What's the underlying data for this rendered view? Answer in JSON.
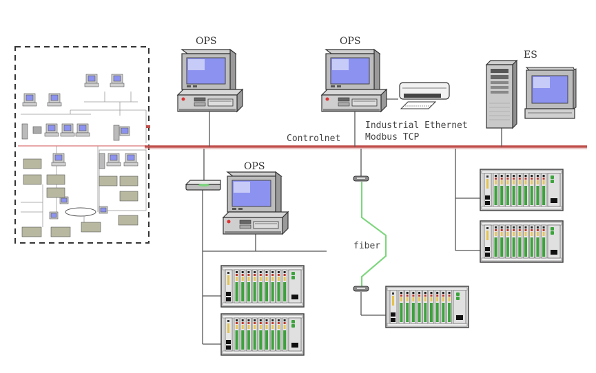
{
  "diagram": {
    "title": "Control system network architecture",
    "labels": {
      "ops_top_left": "OPS",
      "ops_top_center": "OPS",
      "ops_middle": "OPS",
      "es": "ES",
      "controlnet": "Controlnet",
      "industrial_ethernet": "Industrial Ethernet",
      "modbus_tcp": "Modbus TCP",
      "fiber": "fiber"
    },
    "colors": {
      "controlnet_bus": "#c0504d",
      "fiber_link": "#7ed67e",
      "wire": "#555555",
      "screen": "#8c92f0",
      "module_green": "#3ca33c",
      "chassis": "#d6d6d6"
    },
    "nodes": [
      {
        "id": "ops-1",
        "type": "workstation",
        "label": "OPS"
      },
      {
        "id": "ops-2",
        "type": "workstation",
        "label": "OPS"
      },
      {
        "id": "printer",
        "type": "printer",
        "label": ""
      },
      {
        "id": "es",
        "type": "server+workstation",
        "label": "ES"
      },
      {
        "id": "switch-1",
        "type": "switch",
        "label": ""
      },
      {
        "id": "ops-3",
        "type": "workstation",
        "label": "OPS"
      },
      {
        "id": "rack-1",
        "type": "io-rack",
        "label": ""
      },
      {
        "id": "rack-2",
        "type": "io-rack",
        "label": ""
      },
      {
        "id": "fiber-converter-top",
        "type": "converter",
        "label": ""
      },
      {
        "id": "fiber-converter-bottom",
        "type": "converter",
        "label": ""
      },
      {
        "id": "rack-3",
        "type": "io-rack",
        "label": ""
      },
      {
        "id": "rack-4",
        "type": "io-rack",
        "label": ""
      },
      {
        "id": "rack-5",
        "type": "io-rack",
        "label": ""
      }
    ],
    "inset": {
      "description": "overview thumbnail of complete system (dashed frame)"
    }
  }
}
